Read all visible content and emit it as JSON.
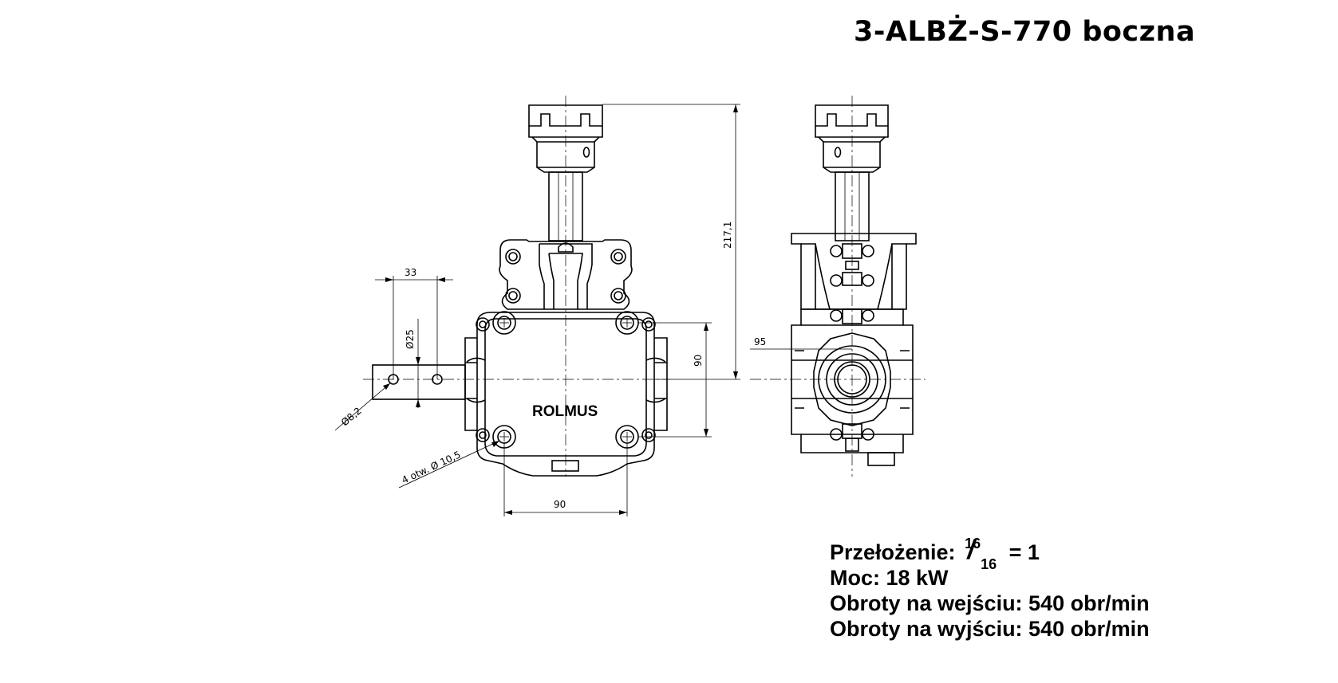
{
  "title": "3-ALBŻ-S-770 boczna",
  "brand_label": "ROLMUS",
  "dimensions": {
    "height_total": "217,1",
    "shaft_offset": "33",
    "shaft_diameter": "Ø25",
    "pin_hole": "Ø8,2",
    "mount_holes": "4 otw. Ø 10,5",
    "bolt_spacing_vertical": "90",
    "bolt_spacing_horizontal": "90",
    "side_offset": "95"
  },
  "specs": {
    "ratio_label": "Przełożenie:",
    "ratio_numerator": "16",
    "ratio_denominator": "16",
    "ratio_result": "= 1",
    "power": "Moc: 18 kW",
    "input_speed": "Obroty na wejściu: 540 obr/min",
    "output_speed": "Obroty na wyjściu: 540 obr/min"
  }
}
